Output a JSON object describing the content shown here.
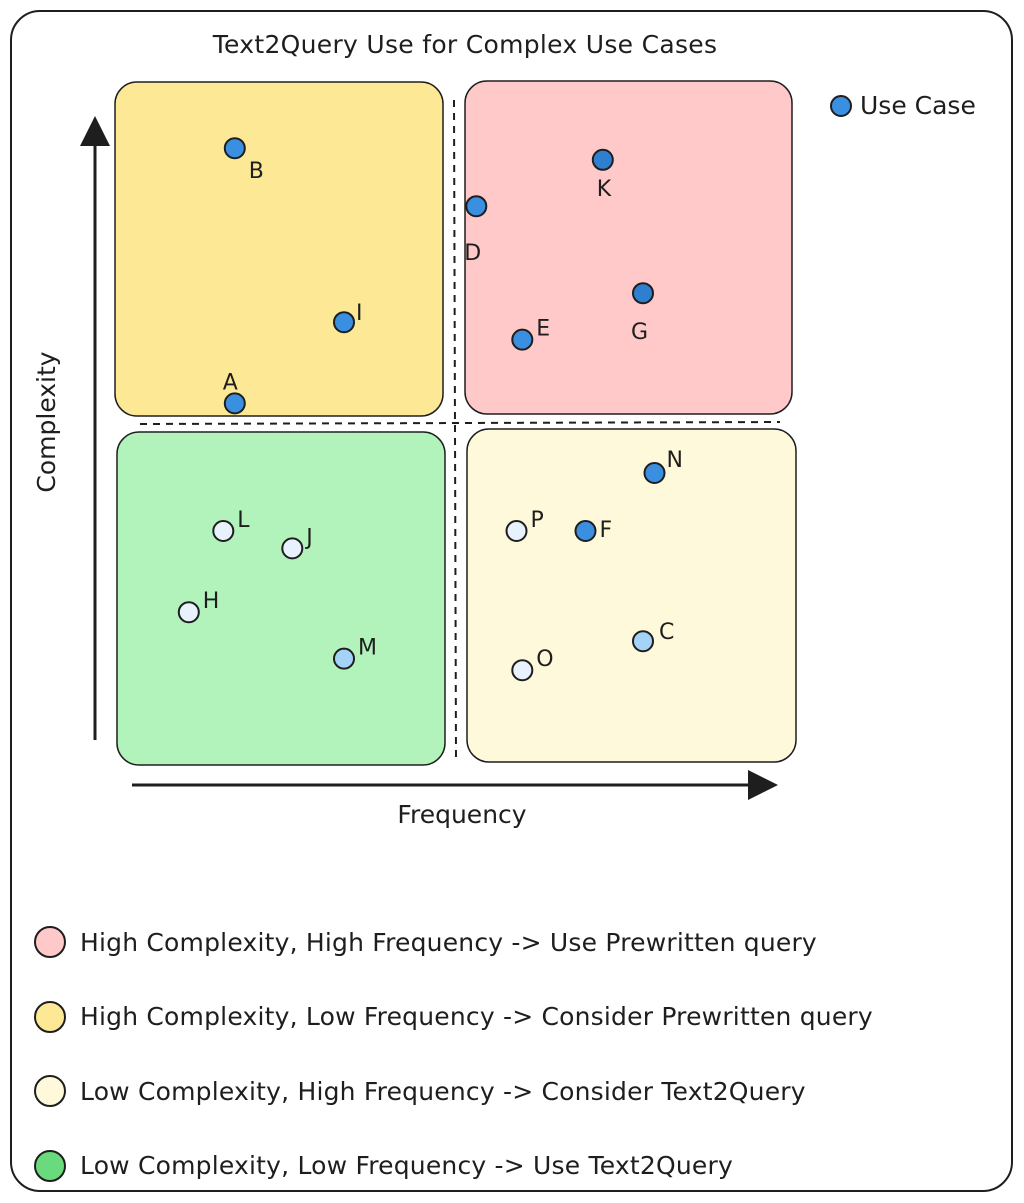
{
  "title": "Text2Query Use for Complex Use Cases",
  "axes": {
    "x_label": "Frequency",
    "y_label": "Complexity"
  },
  "point_legend": {
    "label": "Use Case",
    "color": "#3a8fe0"
  },
  "quadrants": [
    {
      "id": "high-complexity-low-frequency",
      "color": "#fde995"
    },
    {
      "id": "high-complexity-high-frequency",
      "color": "#ffc9c9"
    },
    {
      "id": "low-complexity-low-frequency",
      "color": "#b2f2bb"
    },
    {
      "id": "low-complexity-high-frequency",
      "color": "#fff9db"
    }
  ],
  "chart_data": {
    "type": "scatter",
    "title": "Text2Query Use for Complex Use Cases",
    "xlabel": "Frequency",
    "ylabel": "Complexity",
    "xlim": [
      0,
      100
    ],
    "ylim": [
      0,
      100
    ],
    "grid": false,
    "dividers": {
      "x": 50,
      "y": 50
    },
    "points": [
      {
        "label": "B",
        "x": 13,
        "y": 96,
        "fill": "#3a8fe0"
      },
      {
        "label": "I",
        "x": 32,
        "y": 66,
        "fill": "#3a8fe0"
      },
      {
        "label": "A",
        "x": 13,
        "y": 52,
        "fill": "#3a8fe0"
      },
      {
        "label": "K",
        "x": 77,
        "y": 94,
        "fill": "#2e7fd0"
      },
      {
        "label": "D",
        "x": 55,
        "y": 86,
        "fill": "#3a8fe0"
      },
      {
        "label": "G",
        "x": 84,
        "y": 71,
        "fill": "#2e7fd0"
      },
      {
        "label": "E",
        "x": 63,
        "y": 63,
        "fill": "#3a8fe0"
      },
      {
        "label": "N",
        "x": 86,
        "y": 40,
        "fill": "#3a8fe0"
      },
      {
        "label": "P",
        "x": 62,
        "y": 30,
        "fill": "#e8f2fc"
      },
      {
        "label": "F",
        "x": 74,
        "y": 30,
        "fill": "#3a8fe0"
      },
      {
        "label": "C",
        "x": 84,
        "y": 11,
        "fill": "#a5d2f7"
      },
      {
        "label": "O",
        "x": 63,
        "y": 6,
        "fill": "#e8f2fc"
      },
      {
        "label": "L",
        "x": 11,
        "y": 30,
        "fill": "#e8f2fc"
      },
      {
        "label": "J",
        "x": 23,
        "y": 27,
        "fill": "#e8f2fc"
      },
      {
        "label": "H",
        "x": 5,
        "y": 16,
        "fill": "#e8f2fc"
      },
      {
        "label": "M",
        "x": 32,
        "y": 8,
        "fill": "#a5d2f7"
      }
    ]
  },
  "legend": [
    {
      "text": "High Complexity, High Frequency -> Use Prewritten query",
      "color": "#ffc9c9"
    },
    {
      "text": "High Complexity, Low Frequency -> Consider Prewritten query",
      "color": "#fde995"
    },
    {
      "text": "Low Complexity, High Frequency -> Consider Text2Query",
      "color": "#fff9db"
    },
    {
      "text": "Low Complexity, Low Frequency -> Use Text2Query",
      "color": "#69db7c"
    }
  ]
}
